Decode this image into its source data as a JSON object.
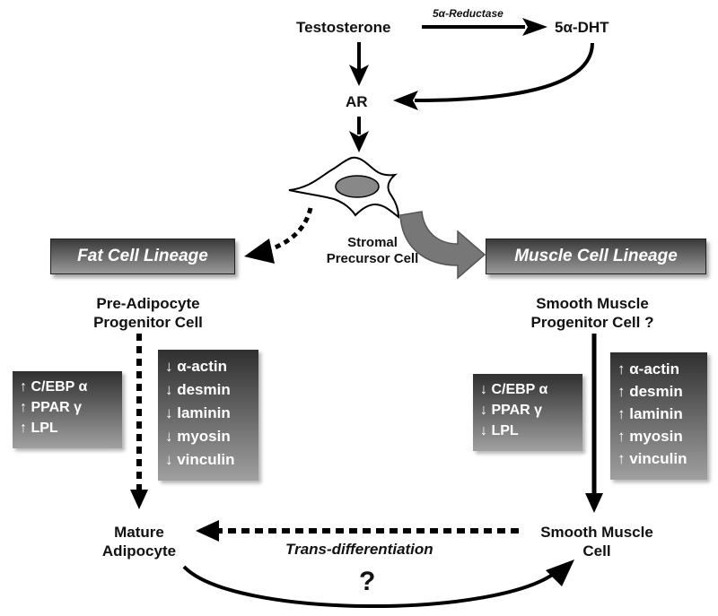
{
  "nodes": {
    "testosterone": "Testosterone",
    "enzyme": "5α-Reductase",
    "dht": "5α-DHT",
    "ar": "AR",
    "stromal_line1": "Stromal",
    "stromal_line2": "Precursor Cell",
    "pre_adipocyte_line1": "Pre-Adipocyte",
    "pre_adipocyte_line2": "Progenitor Cell",
    "smooth_progenitor_line1": "Smooth Muscle",
    "smooth_progenitor_line2": "Progenitor Cell ?",
    "mature_line1": "Mature",
    "mature_line2": "Adipocyte",
    "smooth_cell_line1": "Smooth Muscle",
    "smooth_cell_line2": "Cell",
    "trans": "Trans-differentiation",
    "question": "?"
  },
  "lineages": {
    "fat": "Fat Cell Lineage",
    "muscle": "Muscle Cell Lineage"
  },
  "marker_boxes": {
    "fat_up": [
      "↑ C/EBP α",
      "↑ PPAR γ",
      "↑ LPL"
    ],
    "fat_down": [
      "↓ α-actin",
      "↓ desmin",
      "↓ laminin",
      "↓ myosin",
      "↓ vinculin"
    ],
    "muscle_down": [
      "↓ C/EBP α",
      "↓ PPAR γ",
      "↓ LPL"
    ],
    "muscle_up": [
      "↑ α-actin",
      "↑ desmin",
      "↑ laminin",
      "↑ myosin",
      "↑ vinculin"
    ]
  },
  "colors": {
    "arrow": "#000000",
    "gray_arrow": "#777777",
    "box_dark": "#2f2f2f",
    "box_light": "#a0a0a0",
    "nucleus": "#888888"
  }
}
